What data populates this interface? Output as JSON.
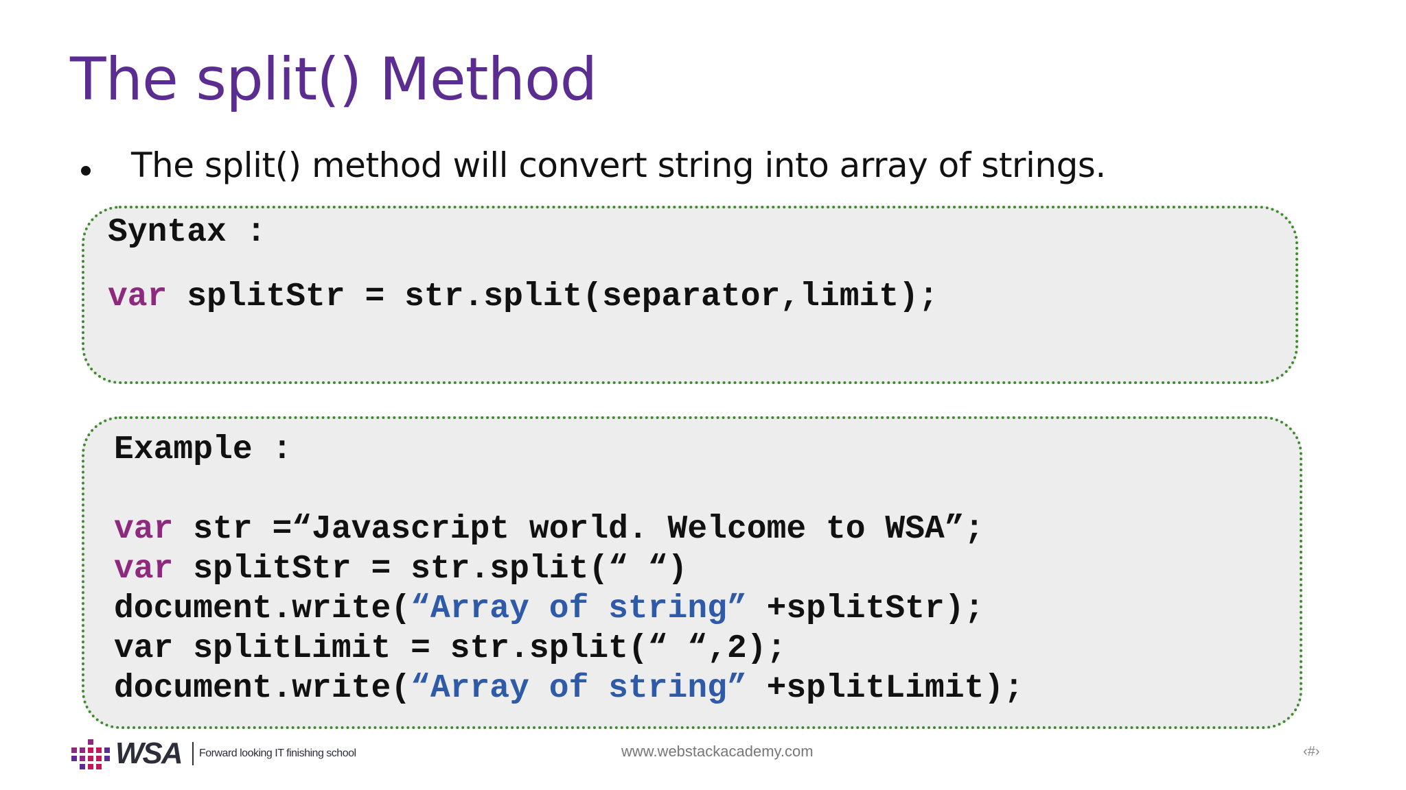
{
  "slide": {
    "title": "The split() Method",
    "bullet": "The split() method will convert string into array of strings."
  },
  "syntax_box": {
    "heading": "Syntax :",
    "line1": {
      "kw": "var",
      "rest": " splitStr = str.split(separator,limit);"
    }
  },
  "example_box": {
    "heading": "Example :",
    "line1": {
      "kw": "var",
      "rest": " str =“Javascript world. Welcome to WSA”;"
    },
    "line2": {
      "kw": "var",
      "rest": " splitStr = str.split(“ “)"
    },
    "line3": {
      "pre": "document.write(",
      "str": "“Array of string”",
      "post": " +splitStr);"
    },
    "line4": {
      "text": "var splitLimit = str.split(“ “,2);"
    },
    "line5": {
      "pre": "document.write(",
      "str": "“Array of string”",
      "post": " +splitLimit);"
    }
  },
  "footer": {
    "url": "www.webstackacademy.com",
    "page_number": "‹#›",
    "logo_text": "WSA",
    "logo_tagline": "Forward looking IT finishing school"
  },
  "colors": {
    "title": "#5b2d91",
    "keyword": "#8e2a7e",
    "string": "#2f5aa7",
    "box_border": "#3f8a2e",
    "box_fill": "#ededed"
  }
}
